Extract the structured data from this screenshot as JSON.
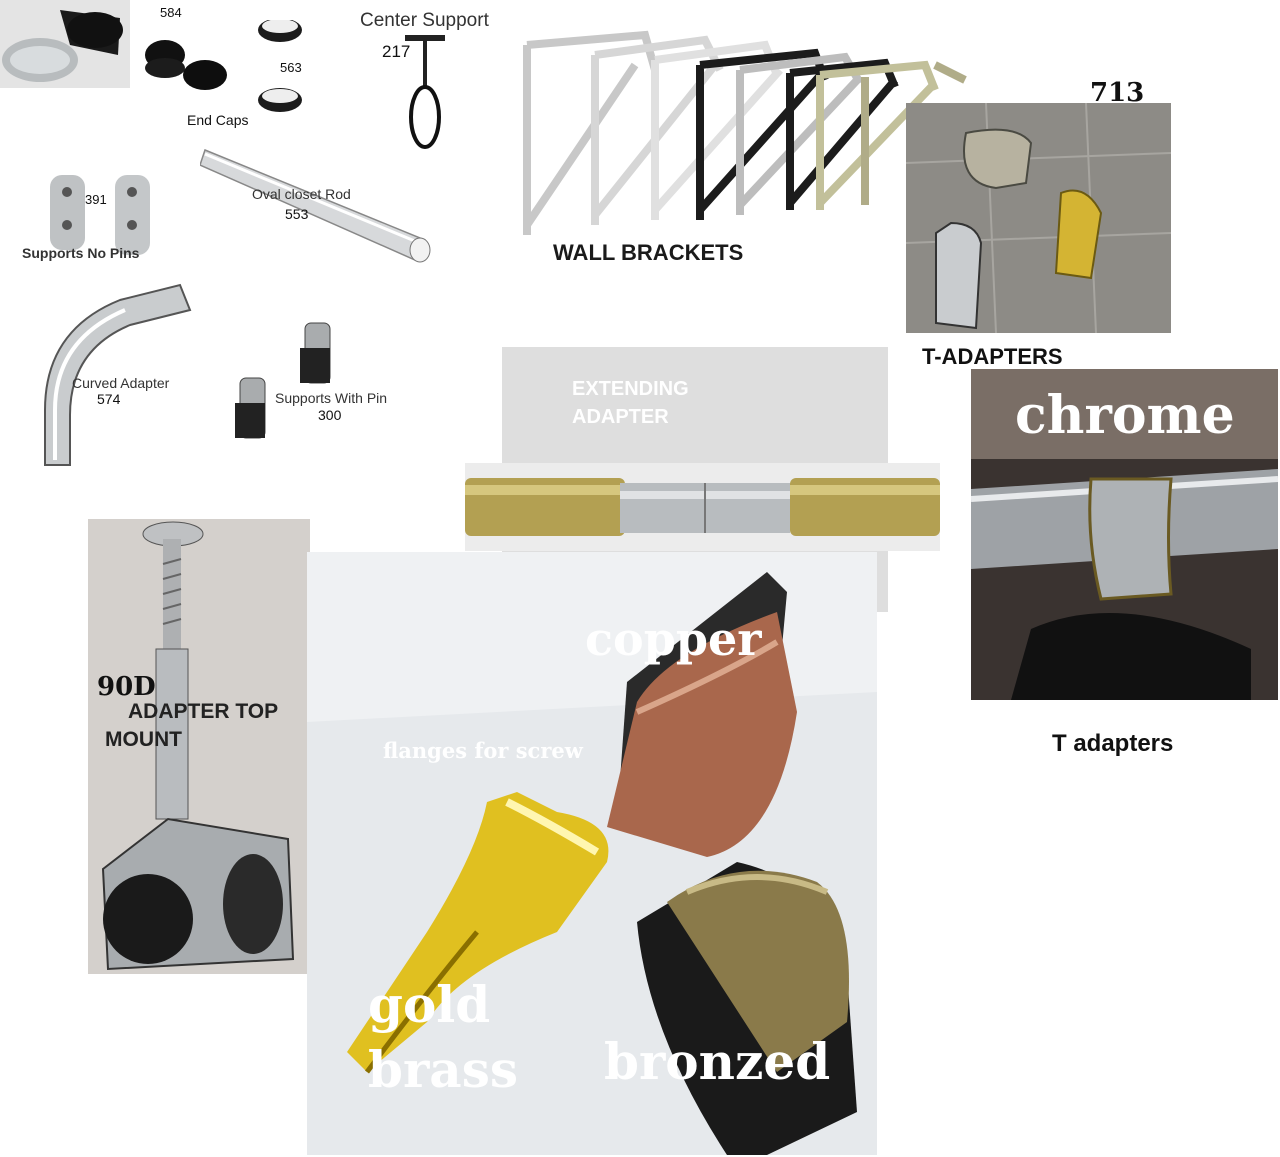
{
  "labels": {
    "end_caps_num_1": "584",
    "end_caps_num_2": "563",
    "end_caps": "End Caps",
    "center_support": "Center Support",
    "center_support_num": "217",
    "wall_brackets": "WALL BRACKETS",
    "t_adapter_num": "713",
    "supports_no_pins_num": "391",
    "supports_no_pins": "Supports No Pins",
    "oval_rod": "Oval closet Rod",
    "oval_rod_num": "553",
    "t_adapters_caps": "T-ADAPTERS",
    "curved_adapter": "Curved Adapter",
    "curved_adapter_num": "574",
    "supports_with_pin": "Supports With Pin",
    "supports_with_pin_num": "300",
    "extending_adapter_1": "EXTENDING",
    "extending_adapter_2": "ADAPTER",
    "chrome": "chrome",
    "t_adapters": "T adapters",
    "top_mount_num": "90D",
    "top_mount_1": "ADAPTER TOP",
    "top_mount_2": "MOUNT",
    "copper": "copper",
    "flanges": "flanges for screw",
    "gold": "gold",
    "brass": "brass",
    "bronzed": "bronzed"
  },
  "colors": {
    "chrome": "#c9ccd0",
    "brass": "#e0c020",
    "copper": "#a9674c",
    "bronze": "#8a7a4a",
    "black": "#151515"
  }
}
